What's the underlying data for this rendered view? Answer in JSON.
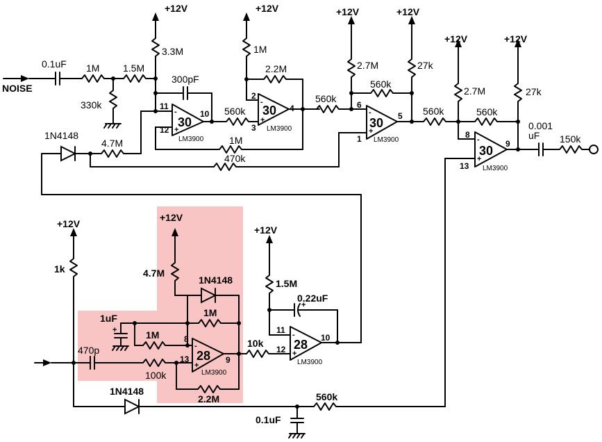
{
  "labels": {
    "supply": "+12V",
    "noise": "NOISE",
    "c_in": "0.1uF",
    "r_1m": "1M",
    "r_1_5m": "1.5M",
    "r_330k": "330k",
    "r_3_3m": "3.3M",
    "c_300p": "300pF",
    "r_1m_b": "1M",
    "r_2_2m": "2.2M",
    "r_560k_a": "560k",
    "r_1m_fb": "1M",
    "r_560k_b": "560k",
    "r_2_7m": "2.7M",
    "r_27k": "27k",
    "r_560k_c": "560k",
    "r_470k": "470k",
    "diode_top": "1N4148",
    "r_4_7m": "4.7M",
    "r_560k_d": "560k",
    "r_2_7m_b": "2.7M",
    "r_27k_b": "27k",
    "r_560k_e": "560k",
    "c_out_1": "0.001",
    "c_out_2": "uF",
    "r_150k": "150k",
    "r_1k": "1k",
    "r_4_7m_b": "4.7M",
    "diode_mid": "1N4148",
    "c_1uf": "1uF",
    "r_1m_c": "1M",
    "r_1m_d": "1M",
    "c_470p": "470p",
    "r_100k": "100k",
    "r_2_2m_b": "2.2M",
    "r_1_5m_b": "1.5M",
    "c_0_22uf": "0.22uF",
    "r_10k": "10k",
    "diode_bot": "1N4148",
    "r_560k_f": "560k",
    "c_0_1uf": "0.1uF"
  },
  "chips": {
    "u30": "30",
    "u28": "28",
    "part": "LM3900"
  },
  "pins": {
    "p1": "1",
    "p2": "2",
    "p3": "3",
    "p4": "4",
    "p5": "5",
    "p6": "6",
    "p8": "8",
    "p9": "9",
    "p10": "10",
    "p11": "11",
    "p12": "12",
    "p13": "13"
  },
  "highlight_color": "#f8c4c4"
}
